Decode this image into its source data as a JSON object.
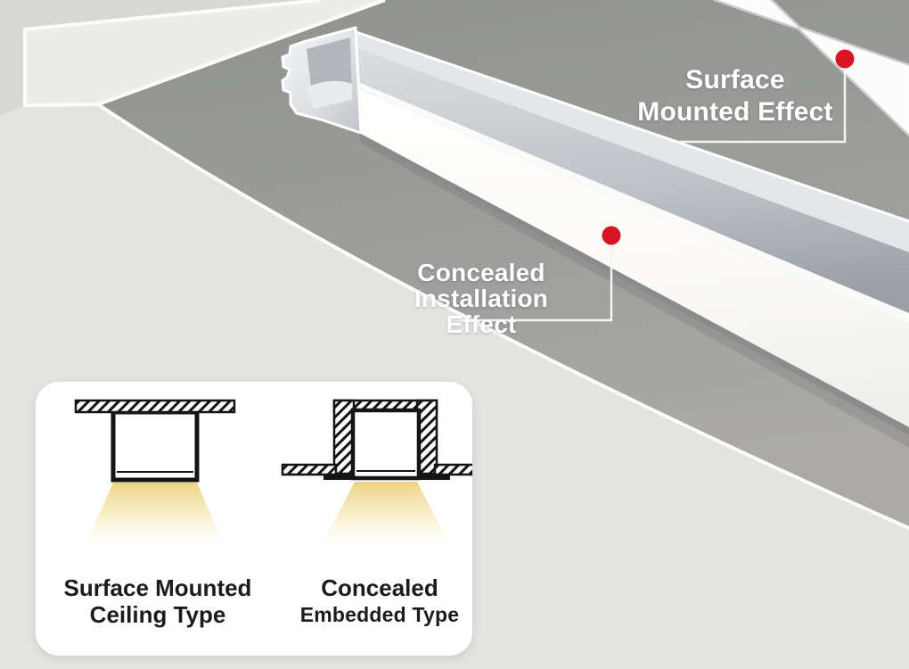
{
  "scene": {
    "labels": {
      "surface": {
        "line1": "Surface",
        "line2": "Mounted Effect"
      },
      "concealed": {
        "line1": "Concealed Installation",
        "line2": "Effect"
      }
    },
    "markers": {
      "color": "#d81522"
    }
  },
  "card": {
    "captions": {
      "left": {
        "line1": "Surface Mounted",
        "line2": "Ceiling Type"
      },
      "right": {
        "line1": "Concealed",
        "line2": "Embedded Type"
      }
    }
  },
  "palette": {
    "accent_red": "#d81522",
    "ceiling_underside": "#9b9c9a",
    "background_light": "#d7d8d6",
    "diffuser_white": "#fcfcfb",
    "beam_yellow": "#eed283"
  }
}
